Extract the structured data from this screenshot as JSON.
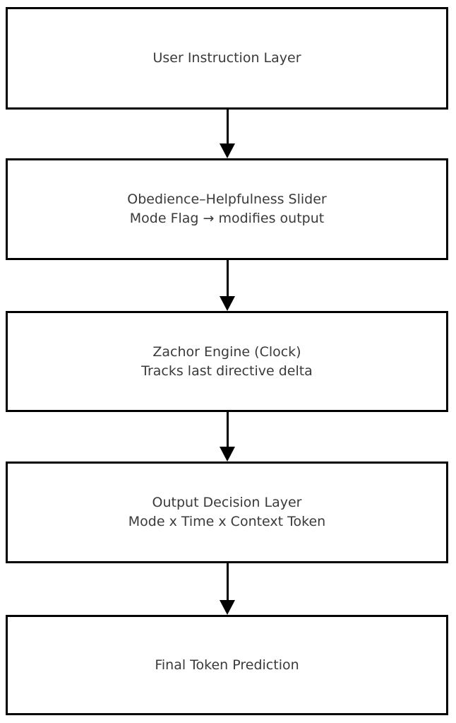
{
  "flowchart": {
    "nodes": [
      {
        "title": "User Instruction Layer",
        "subtitle": ""
      },
      {
        "title": "Obedience–Helpfulness Slider",
        "subtitle": "Mode Flag → modifies output"
      },
      {
        "title": "Zachor Engine (Clock)",
        "subtitle": "Tracks last directive delta"
      },
      {
        "title": "Output Decision Layer",
        "subtitle": "Mode x Time x Context Token"
      },
      {
        "title": "Final Token Prediction",
        "subtitle": ""
      }
    ],
    "colors": {
      "box_border": "#000000",
      "box_fill": "#ffffff",
      "text": "#3a3a3a",
      "arrow": "#000000",
      "background": "#ffffff"
    }
  }
}
